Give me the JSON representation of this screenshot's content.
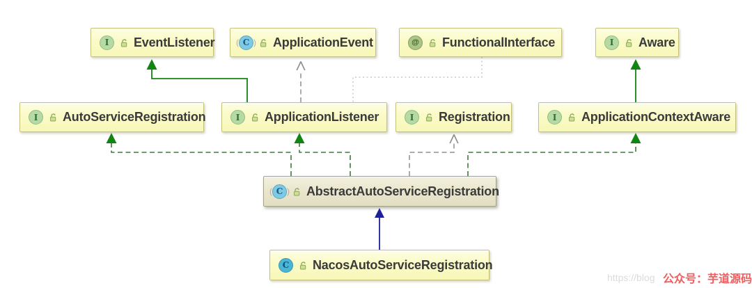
{
  "diagram": {
    "nodes": {
      "event_listener": {
        "label": "EventListener",
        "kind": "interface",
        "icon_letter": "I"
      },
      "application_event": {
        "label": "ApplicationEvent",
        "kind": "abstract_class",
        "icon_letter": "C"
      },
      "functional_interface": {
        "label": "FunctionalInterface",
        "kind": "annotation",
        "icon_letter": "@"
      },
      "aware": {
        "label": "Aware",
        "kind": "interface",
        "icon_letter": "I"
      },
      "auto_service_registration": {
        "label": "AutoServiceRegistration",
        "kind": "interface",
        "icon_letter": "I"
      },
      "application_listener": {
        "label": "ApplicationListener",
        "kind": "interface",
        "icon_letter": "I"
      },
      "registration": {
        "label": "Registration",
        "kind": "interface",
        "icon_letter": "I"
      },
      "application_context_aware": {
        "label": "ApplicationContextAware",
        "kind": "interface",
        "icon_letter": "I"
      },
      "abstract_auto_service_registration": {
        "label": "AbstractAutoServiceRegistration",
        "kind": "abstract_class",
        "icon_letter": "C"
      },
      "nacos_auto_service_registration": {
        "label": "NacosAutoServiceRegistration",
        "kind": "class",
        "icon_letter": "C"
      }
    },
    "edges": [
      {
        "from": "ApplicationListener",
        "to": "EventListener",
        "relation": "extends",
        "line": "solid",
        "color": "#128412"
      },
      {
        "from": "ApplicationListener",
        "to": "ApplicationEvent",
        "relation": "dependency",
        "line": "dashed",
        "color": "#8f8f8f"
      },
      {
        "from": "FunctionalInterface",
        "to": "ApplicationListener",
        "relation": "annotation",
        "line": "dotted",
        "color": "#c9c9c9"
      },
      {
        "from": "ApplicationContextAware",
        "to": "Aware",
        "relation": "extends",
        "line": "solid",
        "color": "#128412"
      },
      {
        "from": "AbstractAutoServiceRegistration",
        "to": "AutoServiceRegistration",
        "relation": "implements",
        "line": "dashed",
        "color": "#3e7a3e"
      },
      {
        "from": "AbstractAutoServiceRegistration",
        "to": "ApplicationListener",
        "relation": "implements",
        "line": "dashed",
        "color": "#3e7a3e"
      },
      {
        "from": "AbstractAutoServiceRegistration",
        "to": "Registration",
        "relation": "dependency",
        "line": "dashed",
        "color": "#8f8f8f"
      },
      {
        "from": "AbstractAutoServiceRegistration",
        "to": "ApplicationContextAware",
        "relation": "implements",
        "line": "dashed",
        "color": "#3e7a3e"
      },
      {
        "from": "NacosAutoServiceRegistration",
        "to": "AbstractAutoServiceRegistration",
        "relation": "extends",
        "line": "solid",
        "color": "#1f1f9c"
      }
    ]
  },
  "colors": {
    "node_fill": "#fbfac6",
    "node_border": "#c6c17a",
    "abstract_node_fill": "#e9e5cc",
    "abstract_node_border": "#a6a28a",
    "extends_green": "#128412",
    "implements_green_dashed": "#3e7a3e",
    "dependency_gray": "#8f8f8f",
    "annotation_dotted_gray": "#c9c9c9",
    "extends_blue": "#1f1f9c",
    "interface_icon_green": "#b7d9a6",
    "class_icon_blue": "#49b6d6",
    "watermark_red": "#f05f5f"
  },
  "watermark": {
    "url_text": "https://blog",
    "publisher_text": "公众号：芋道源码"
  }
}
